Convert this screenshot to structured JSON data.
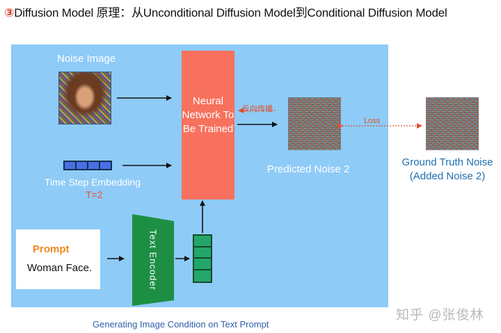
{
  "title": {
    "number": "③",
    "text": "Diffusion Model 原理：从Unconditional Diffusion Model到Conditional Diffusion Model"
  },
  "noise_image": {
    "label": "Noise Image"
  },
  "time_step": {
    "label": "Time Step Embedding",
    "value": "T=2"
  },
  "network": {
    "label": "Neural Network To Be Trained"
  },
  "backprop": {
    "label": "反向传播"
  },
  "loss": {
    "label": "Loss"
  },
  "predicted_noise": {
    "label": "Predicted Noise 2"
  },
  "ground_truth": {
    "line1": "Ground Truth Noise",
    "line2": "(Added Noise 2)"
  },
  "prompt": {
    "title": "Prompt",
    "text": "Woman Face."
  },
  "text_encoder": {
    "label": "Text Encoder"
  },
  "caption": "Generating Image Condition on Text Prompt",
  "watermark": "知乎 @张俊林",
  "colors": {
    "panel": "#8ecbf7",
    "network": "#f7715e",
    "encoder": "#1d8f44",
    "embedding": "#4a6fe6",
    "condition": "#23a66a",
    "accent": "#e0502a"
  }
}
